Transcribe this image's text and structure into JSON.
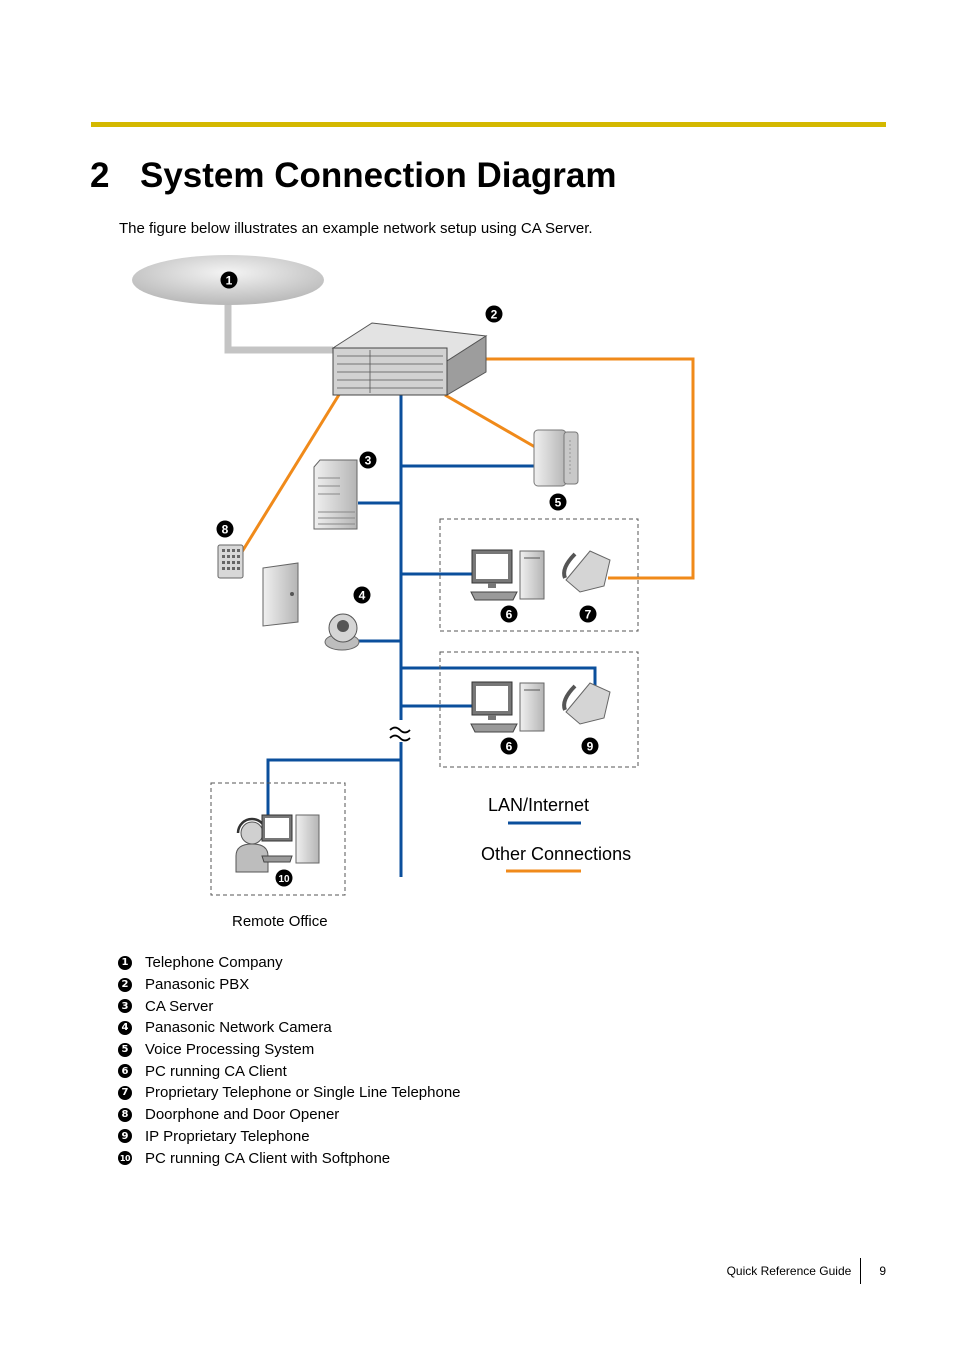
{
  "colors": {
    "accent_bar": "#d4b800",
    "lan": "#0b4f9c",
    "other": "#f08a1a"
  },
  "page": {
    "section_number": "2",
    "title": "System Connection Diagram",
    "intro": "The figure below illustrates an example network setup using CA Server."
  },
  "diagram": {
    "legend": {
      "lan_label": "LAN/Internet",
      "other_label": "Other Connections"
    },
    "remote_office_label": "Remote Office",
    "markers": [
      "1",
      "2",
      "3",
      "4",
      "5",
      "6",
      "7",
      "8",
      "9",
      "10"
    ]
  },
  "key": [
    {
      "num": "1",
      "label": "Telephone Company"
    },
    {
      "num": "2",
      "label": "Panasonic PBX"
    },
    {
      "num": "3",
      "label": "CA Server"
    },
    {
      "num": "4",
      "label": "Panasonic Network Camera"
    },
    {
      "num": "5",
      "label": "Voice Processing System"
    },
    {
      "num": "6",
      "label": "PC running CA Client"
    },
    {
      "num": "7",
      "label": "Proprietary Telephone or Single Line Telephone"
    },
    {
      "num": "8",
      "label": "Doorphone and Door Opener"
    },
    {
      "num": "9",
      "label": "IP Proprietary Telephone"
    },
    {
      "num": "10",
      "label": "PC running CA Client with Softphone"
    }
  ],
  "footer": {
    "doc_name": "Quick Reference Guide",
    "page_number": "9"
  }
}
